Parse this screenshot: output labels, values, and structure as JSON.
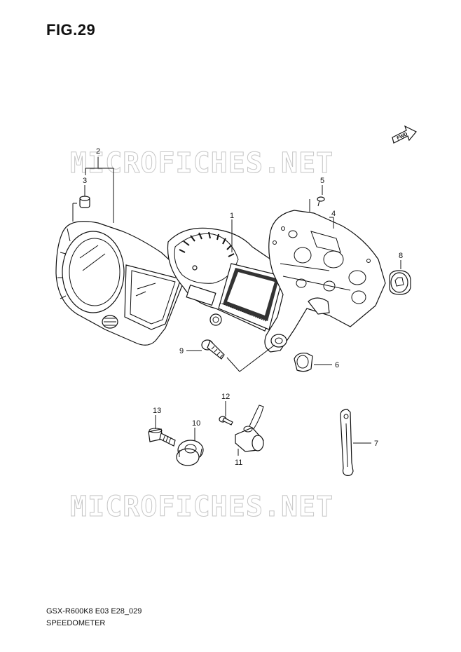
{
  "figure": {
    "title": "FIG.29"
  },
  "watermark": "MICROFICHES.NET",
  "fwd_label": "FWD",
  "callouts": {
    "c1": "1",
    "c2": "2",
    "c3": "3",
    "c4": "4",
    "c5": "5",
    "c6": "6",
    "c7": "7",
    "c8": "8",
    "c9": "9",
    "c10": "10",
    "c11": "11",
    "c12": "12",
    "c13": "13"
  },
  "footer": {
    "code": "GSX-R600K8 E03 E28_029",
    "name": "SPEEDOMETER"
  }
}
